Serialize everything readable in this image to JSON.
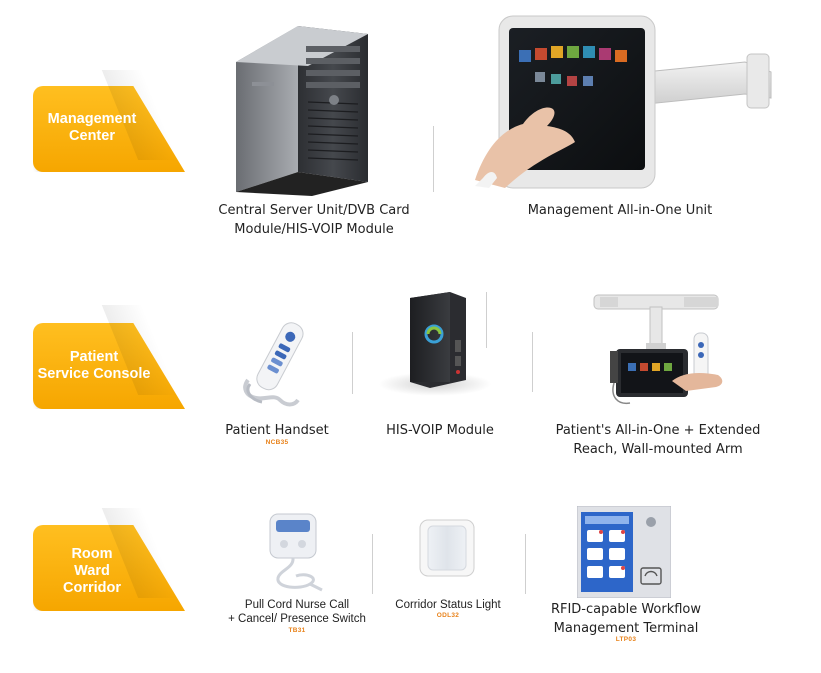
{
  "sections": [
    {
      "label_lines": [
        "Management",
        "Center"
      ],
      "items": [
        {
          "caption_lines": [
            "Central Server Unit/DVB Card",
            "Module/HIS-VOIP Module"
          ],
          "code": "",
          "product": "tower-server"
        },
        {
          "caption_lines": [
            "Management All-in-One Unit"
          ],
          "code": "",
          "product": "touch-panel-arm"
        }
      ]
    },
    {
      "label_lines": [
        "Patient",
        "Service Console"
      ],
      "items": [
        {
          "caption_lines": [
            "Patient Handset"
          ],
          "code": "NCB35",
          "product": "handset"
        },
        {
          "caption_lines": [
            "HIS-VOIP Module"
          ],
          "code": "",
          "product": "voip-box"
        },
        {
          "caption_lines": [
            "Patient's All-in-One + Extended",
            "Reach, Wall-mounted Arm"
          ],
          "code": "",
          "product": "wall-arm-tablet"
        }
      ]
    },
    {
      "label_lines": [
        "Room",
        "Ward",
        "Corridor"
      ],
      "items": [
        {
          "caption_lines": [
            "Pull Cord Nurse Call",
            "+ Cancel/ Presence Switch"
          ],
          "code": "TB31",
          "product": "pull-cord-switch"
        },
        {
          "caption_lines": [
            "Corridor Status Light"
          ],
          "code": "ODL32",
          "product": "status-light"
        },
        {
          "caption_lines": [
            "RFID-capable Workflow",
            "Management Terminal"
          ],
          "code": "LTP03",
          "product": "rfid-terminal"
        }
      ]
    }
  ],
  "colors": {
    "tab": "#f8b00c",
    "code": "#e8821a",
    "text": "#222222",
    "divider": "#cfcfcf"
  }
}
